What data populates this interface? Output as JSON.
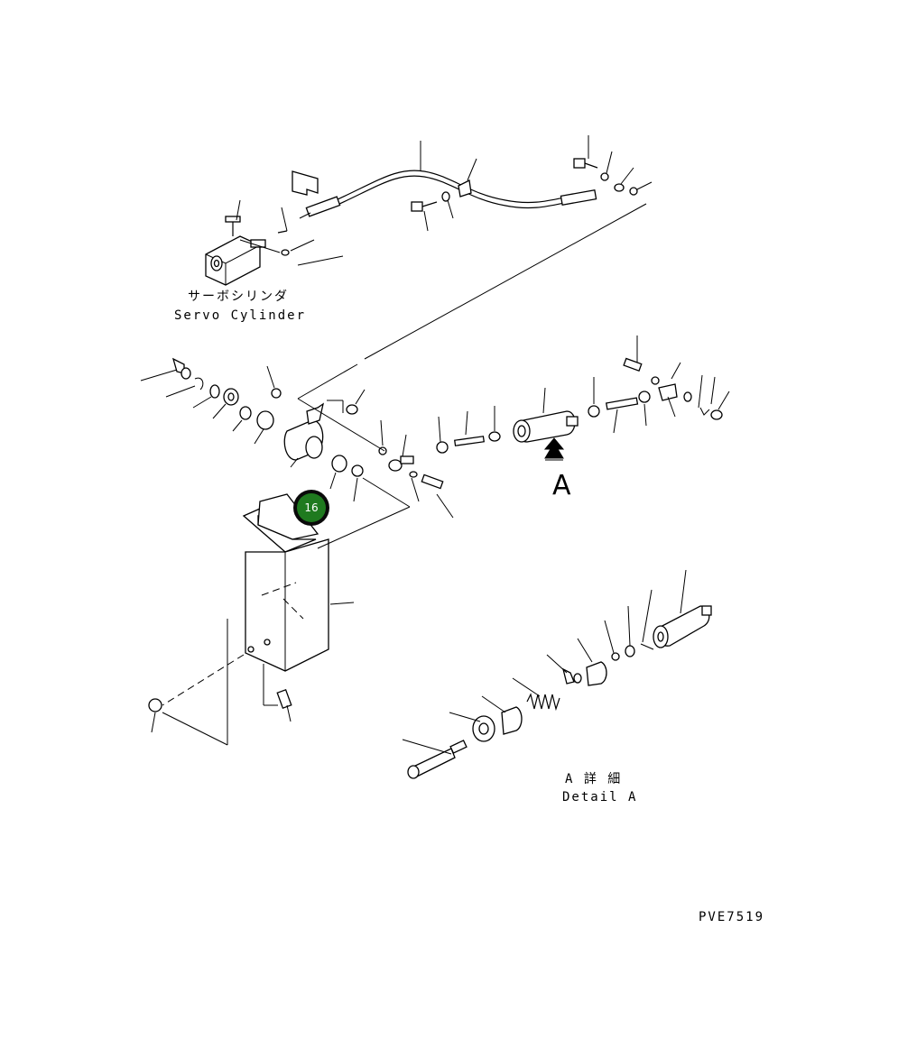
{
  "labels": {
    "servo_jp": "サーボシリンダ",
    "servo_en": "Servo Cylinder",
    "view_letter": "A",
    "detail_jp": "A 詳 細",
    "detail_en": "Detail A",
    "drawing_code": "PVE7519"
  },
  "callout": {
    "number": "16",
    "color": "#1f7a1f"
  }
}
